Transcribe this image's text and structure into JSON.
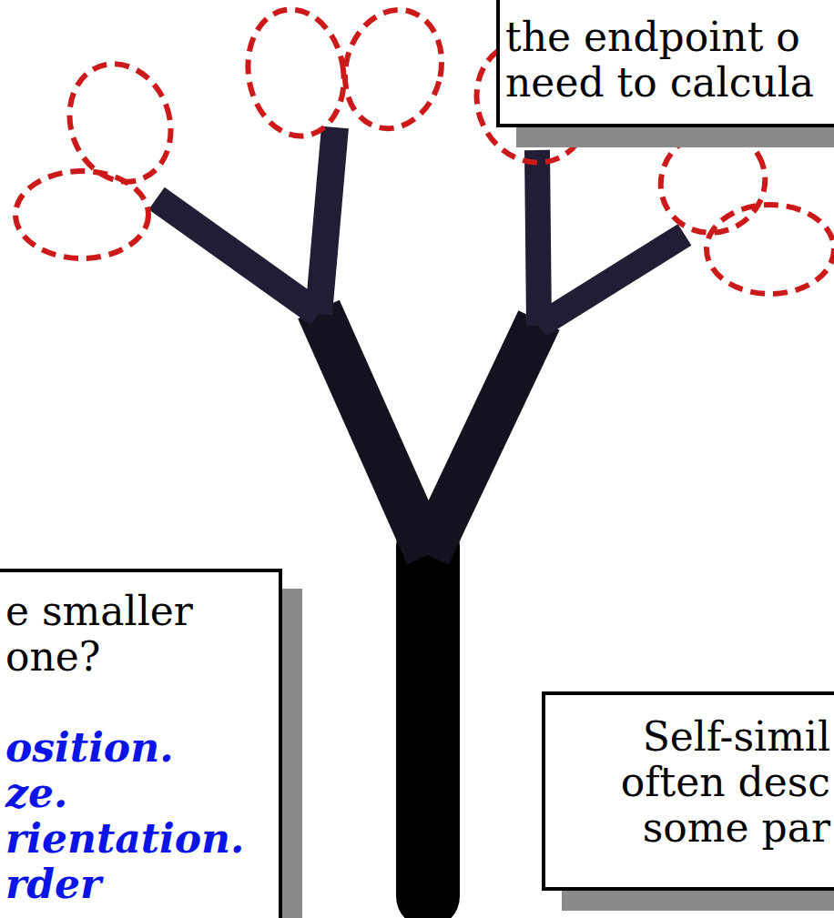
{
  "diagram": {
    "nodes": [
      {
        "text": [
          "the endpoint o need to calcula"
        ]
      },
      {
        "text": [
          "e smaller one?",
          "osition.",
          "ze.",
          "rientation.",
          "rder"
        ]
      },
      {
        "text": [
          "Self-simil often desc some par"
        ]
      }
    ]
  }
}
